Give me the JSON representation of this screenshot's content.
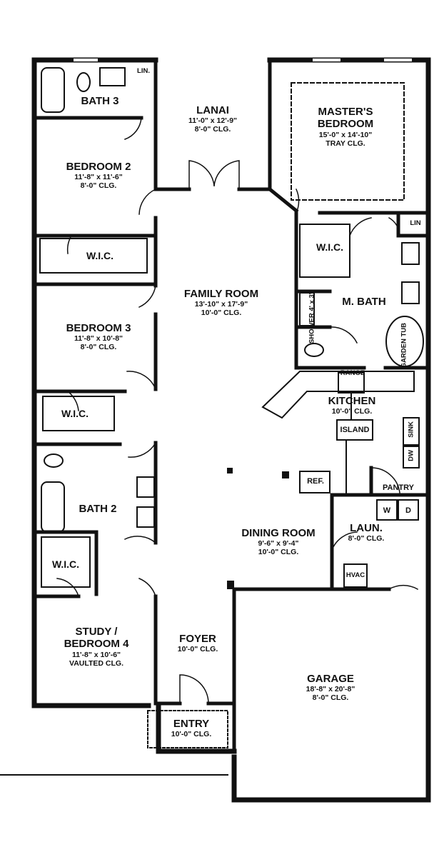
{
  "rooms": {
    "bath3": {
      "name": "BATH 3",
      "lin": "LIN."
    },
    "lanai": {
      "name": "LANAI",
      "size": "11'-0\" x 12'-9\"",
      "clg": "8'-0\" CLG."
    },
    "master": {
      "name1": "MASTER'S",
      "name2": "BEDROOM",
      "size": "15'-0\" x 14'-10\"",
      "clg": "TRAY CLG."
    },
    "bedroom2": {
      "name": "BEDROOM 2",
      "size": "11'-8\" x 11'-6\"",
      "clg": "8'-0\" CLG."
    },
    "wic1": {
      "name": "W.I.C."
    },
    "master_wic": {
      "name": "W.I.C."
    },
    "master_lin": {
      "name": "LIN"
    },
    "family": {
      "name": "FAMILY ROOM",
      "size": "13'-10\" x 17'-9\"",
      "clg": "10'-0\" CLG."
    },
    "mbath": {
      "name": "M. BATH",
      "shower": "SHOWER",
      "shower_size": "4' x 3'",
      "tub1": "GARDEN",
      "tub2": "TUB"
    },
    "bedroom3": {
      "name": "BEDROOM 3",
      "size": "11'-8\" x 10'-8\"",
      "clg": "8'-0\" CLG."
    },
    "wic2": {
      "name": "W.I.C."
    },
    "kitchen": {
      "name": "KITCHEN",
      "clg": "10'-0\" CLG.",
      "range": "RANGE",
      "island": "ISLAND",
      "sink": "SINK",
      "dw": "DW"
    },
    "ref": {
      "name": "REF."
    },
    "pantry": {
      "name": "PANTRY"
    },
    "bath2": {
      "name": "BATH 2"
    },
    "dining": {
      "name": "DINING ROOM",
      "size": "9'-6\" x 9'-4\"",
      "clg": "10'-0\" CLG."
    },
    "laun": {
      "name": "LAUN.",
      "clg": "8'-0\" CLG.",
      "washer": "W",
      "dryer": "D",
      "hvac": "HVAC"
    },
    "wic3": {
      "name": "W.I.C."
    },
    "study": {
      "name1": "STUDY /",
      "name2": "BEDROOM 4",
      "size": "11'-8\" x 10'-6\"",
      "clg": "VAULTED CLG."
    },
    "foyer": {
      "name": "FOYER",
      "clg": "10'-0\" CLG."
    },
    "garage": {
      "name": "GARAGE",
      "size": "18'-8\" x 20'-8\"",
      "clg": "8'-0\" CLG."
    },
    "entry": {
      "name": "ENTRY",
      "clg": "10'-0\" CLG."
    }
  }
}
